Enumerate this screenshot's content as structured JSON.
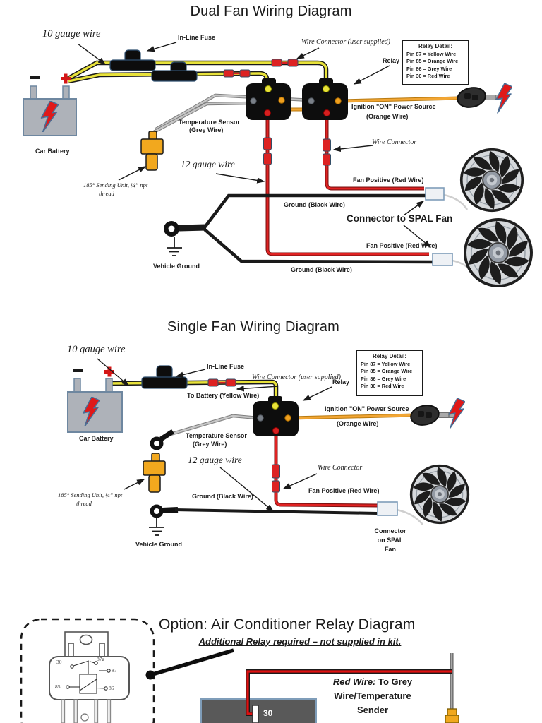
{
  "dual": {
    "title": "Dual Fan Wiring Diagram",
    "gauge10": "10 gauge wire",
    "inline_fuse": "In-Line Fuse",
    "wire_connector_user": "Wire Connector (user supplied)",
    "relay": "Relay",
    "relay_detail": {
      "title": "Relay Detail:",
      "lines": [
        "Pin 87 = Yellow Wire",
        "Pin 85 = Orange Wire",
        "Pin 86 = Grey Wire",
        "Pin 30 = Red Wire"
      ]
    },
    "ignition_1": "Ignition \"ON\" Power Source",
    "ignition_2": "(Orange Wire)",
    "temp_sensor_1": "Temperature Sensor",
    "temp_sensor_2": "(Grey Wire)",
    "car_battery": "Car Battery",
    "sending_unit_1": "185° Sending Unit, ¼” npt",
    "sending_unit_2": "thread",
    "gauge12": "12 gauge wire",
    "wire_connector": "Wire Connector",
    "fan_pos_top": "Fan Positive (Red Wire)",
    "ground_top": "Ground (Black Wire)",
    "connector_spal": "Connector to SPAL Fan",
    "fan_pos_bottom": "Fan Positive (Red Wire)",
    "ground_bottom": "Ground (Black Wire)",
    "vehicle_ground": "Vehicle Ground"
  },
  "single": {
    "title": "Single Fan Wiring Diagram",
    "gauge10": "10 gauge wire",
    "inline_fuse": "In-Line Fuse",
    "wire_connector_user": "Wire Connector (user supplied)",
    "to_battery": "To Battery (Yellow Wire)",
    "relay": "Relay",
    "relay_detail": {
      "title": "Relay Detail:",
      "lines": [
        "Pin 87 = Yellow Wire",
        "Pin 85 = Orange Wire",
        "Pin 86 = Grey Wire",
        "Pin 30 = Red Wire"
      ]
    },
    "ignition_1": "Ignition \"ON\" Power Source",
    "ignition_2": "(Orange Wire)",
    "temp_sensor_1": "Temperature Sensor",
    "temp_sensor_2": "(Grey Wire)",
    "car_battery": "Car Battery",
    "sending_unit_1": "185° Sending Unit, ¼” npt",
    "sending_unit_2": "thread",
    "gauge12": "12 gauge wire",
    "wire_connector": "Wire Connector",
    "fan_pos": "Fan Positive (Red Wire)",
    "ground": "Ground (Black Wire)",
    "vehicle_ground": "Vehicle Ground",
    "connector_spal_1": "Connector",
    "connector_spal_2": "on SPAL",
    "connector_spal_3": "Fan"
  },
  "ac": {
    "title": "Option: Air Conditioner Relay Diagram",
    "subtitle": "Additional Relay required – not supplied in kit.",
    "pin_30": "30",
    "pin_87a": "87a",
    "pin_87": "87",
    "pin_85": "85",
    "pin_86": "86",
    "box_pin": "30",
    "note_lead": "Red Wire:",
    "note_rest": " To Grey",
    "note_line2": "Wire/Temperature",
    "note_line3": "Sender"
  }
}
